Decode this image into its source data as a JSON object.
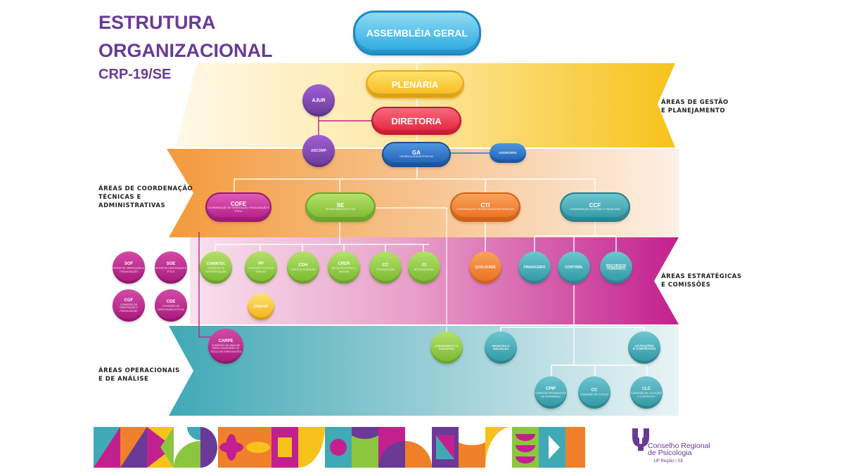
{
  "header": {
    "title_line1": "ESTRUTURA",
    "title_line2": "ORGANIZACIONAL",
    "subtitle": "CRP-19/SE"
  },
  "bands": {
    "gestao_line1": "ÁREAS DE GESTÃO",
    "gestao_line2": "E PLANEJAMENTO",
    "coordenacao_line1": "ÁREAS DE COORDENAÇÃO",
    "coordenacao_line2": "TÉCNICAS E",
    "coordenacao_line3": "ADMINISTRATIVAS",
    "estrategicas_line1": "ÁREAS ESTRATÉGICAS",
    "estrategicas_line2": "E COMISSÕES",
    "operacionais_line1": "ÁREAS OPERACIONAIS",
    "operacionais_line2": "E DE ANÁLISE"
  },
  "nodes": {
    "assembleia": "ASSEMBLÉIA GERAL",
    "plenaria": "PLENÁRIA",
    "diretoria": "DIRETORIA",
    "ajur": "AJUR",
    "ascomp": "ASCOMP",
    "ga": "GA",
    "ga_sub": "GERÊNCIA ADMINISTRATIVA",
    "ouvidoria": "OUVIDORIA",
    "cofe": "COFE",
    "cofe_sub": "COORDENAÇÃO DE ORIENTAÇÃO, FISCALIZAÇÃO E ÉTICA",
    "se": "SE",
    "se_sub": "SECRETARIA EXECUTIVA",
    "cti": "CTI",
    "cti_sub": "COORDENAÇÃO TECNOLOGIA DA INFORMAÇÃO",
    "ccf": "CCF",
    "ccf_sub": "COORDENAÇÃO CONTÁBIL E FINANCEIRA",
    "sof": "SOF",
    "sof_sub": "SETOR DE ORIENTAÇÃO E FISCALIZAÇÃO",
    "soe": "SOE",
    "soe_sub": "SETOR DE ORIENTAÇÃO E ÉTICA",
    "cof": "COF",
    "cof_sub": "COMISSÃO DE ORIENTAÇÃO E FISCALIZAÇÃO",
    "cde": "CDE",
    "cde_sub": "COMISSÃO DE ORIENTAÇÃO E ÉTICA",
    "comintec": "COMINTEC",
    "comintec_sub": "COMISSÃO DE INTERIORIZAÇÃO",
    "pp": "PP",
    "pp_sub": "COMISSÃO POLÍTICA PÚBLICA",
    "cdh": "CDH",
    "cdh_sub": "DIREITOS HUMANOS",
    "crer": "CRER",
    "crer_sub": "RELAÇÕES ÉTNICO-RACIAIS",
    "cc": "CC",
    "cc_sub": "COMUNICAÇÃO",
    "ci": "CI",
    "ci_sub": "INTERNACIONAL",
    "crepop": "CREPOP",
    "qualidade": "QUALIDADE",
    "financeiro": "FINANCEIRO",
    "contabil": "CONTÁBIL",
    "rh_line1": "RECURSOS",
    "rh_line2": "HUMANOS",
    "carpe": "CARPE",
    "carpe_sub": "COMISSÃO DE ANÁLISE PARA CONCESSÃO DE TÍTULO DE ESPECIALISTA",
    "atendimento": "ATENDIMENTO E CADASTRO",
    "registro": "REGISTRO E INSCRIÇÃO",
    "licitacoes_line1": "LICITAÇÕES",
    "licitacoes_line2": "E CONTRATOS",
    "cpip": "CPIP",
    "cpip_sub": "COMISSÃO PERMANENTE DE PATRIMÔNIO",
    "cc2": "CC",
    "cc2_sub": "COMISSÃO DE CONTAS",
    "clc": "CLC",
    "clc_sub": "COMISSÃO DE LICITAÇÃO E CONTRATOS"
  },
  "logo": {
    "name_line1": "Conselho Regional",
    "name_line2": "de Psicologia",
    "region": "19ª Região | SE"
  },
  "colors": {
    "purple": "#6a3a96",
    "magenta": "#c3208f",
    "green": "#8cc63f",
    "orange": "#f0802a",
    "teal": "#3fa9b5",
    "blue": "#2c76c9",
    "red": "#e8324a",
    "yellow": "#f7c21b"
  }
}
